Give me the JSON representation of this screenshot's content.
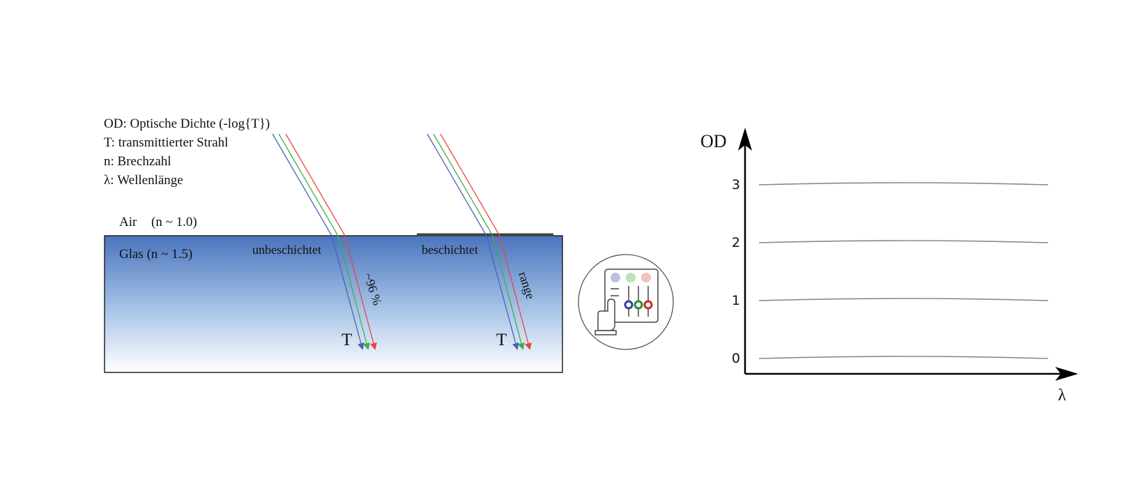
{
  "legend": {
    "line1": "OD: Optische Dichte (-log{T})",
    "line2": "T: transmittierter Strahl",
    "line3": "n: Brechzahl",
    "line4": "λ: Wellenlänge"
  },
  "media": {
    "air_label": "Air",
    "air_index": "(n ~ 1.0)",
    "glass_label": "Glas (n ~ 1.5)"
  },
  "beams": {
    "uncoated_label": "unbeschichtet",
    "coated_label": "beschichtet",
    "uncoated_transmission": "~96 %",
    "coated_transmission": "range",
    "uncoated_T": "T",
    "coated_T": "T"
  },
  "colors": {
    "blue_beam": "#4a63b0",
    "green_beam": "#3fae49",
    "red_beam": "#e8473b",
    "glass_top": "#4a74bd",
    "glass_bottom": "#ffffff",
    "coating": "#444444",
    "od_line": "#8a8a8a"
  },
  "icon": {
    "name": "mixer-panel-icon"
  },
  "chart": {
    "y_label": "OD",
    "x_label": "λ",
    "ticks": [
      "0",
      "1",
      "2",
      "3"
    ]
  }
}
